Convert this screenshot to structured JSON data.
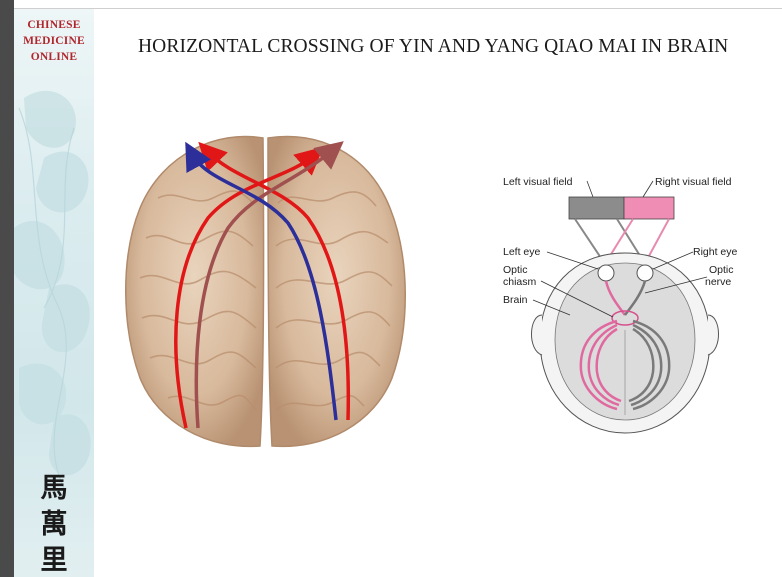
{
  "sidebar": {
    "brand_line1": "CHINESE",
    "brand_line2": "MEDICINE",
    "brand_line3": "ONLINE",
    "seal_chars": [
      "馬",
      "萬",
      "里"
    ]
  },
  "slide": {
    "title": "HORIZONTAL CROSSING OF YIN AND YANG QIAO MAI IN BRAIN"
  },
  "diagram": {
    "left_visual_field": "Left visual field",
    "right_visual_field": "Right visual field",
    "left_eye": "Left eye",
    "right_eye": "Right eye",
    "optic_chiasm_line1": "Optic",
    "optic_chiasm_line2": "chiasm",
    "optic_nerve_line1": "Optic",
    "optic_nerve_line2": "nerve",
    "brain": "Brain"
  },
  "colors": {
    "brand_red": "#b0262d",
    "yang_path_red": "#e11717",
    "yin_path_blue": "#2c2f9a",
    "secondary_path": "#a0504e",
    "right_field_pink": "#f08db5",
    "left_field_gray": "#8c8c8c"
  }
}
